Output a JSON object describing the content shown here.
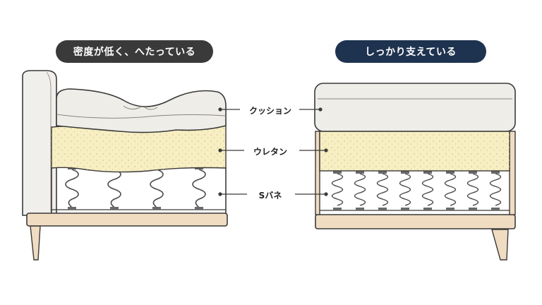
{
  "headings": {
    "left": "密度が低く、へたっている",
    "right": "しっかり支えている"
  },
  "labels": {
    "cushion": "クッション",
    "urethane": "ウレタン",
    "spring": "Sバネ"
  },
  "colors": {
    "left_pill": "#3a3a3a",
    "right_pill": "#1e3350",
    "urethane": "#f7efc3",
    "cushion": "#efede7",
    "frame": "#f0dcc0",
    "arm": "#f1efeb"
  }
}
